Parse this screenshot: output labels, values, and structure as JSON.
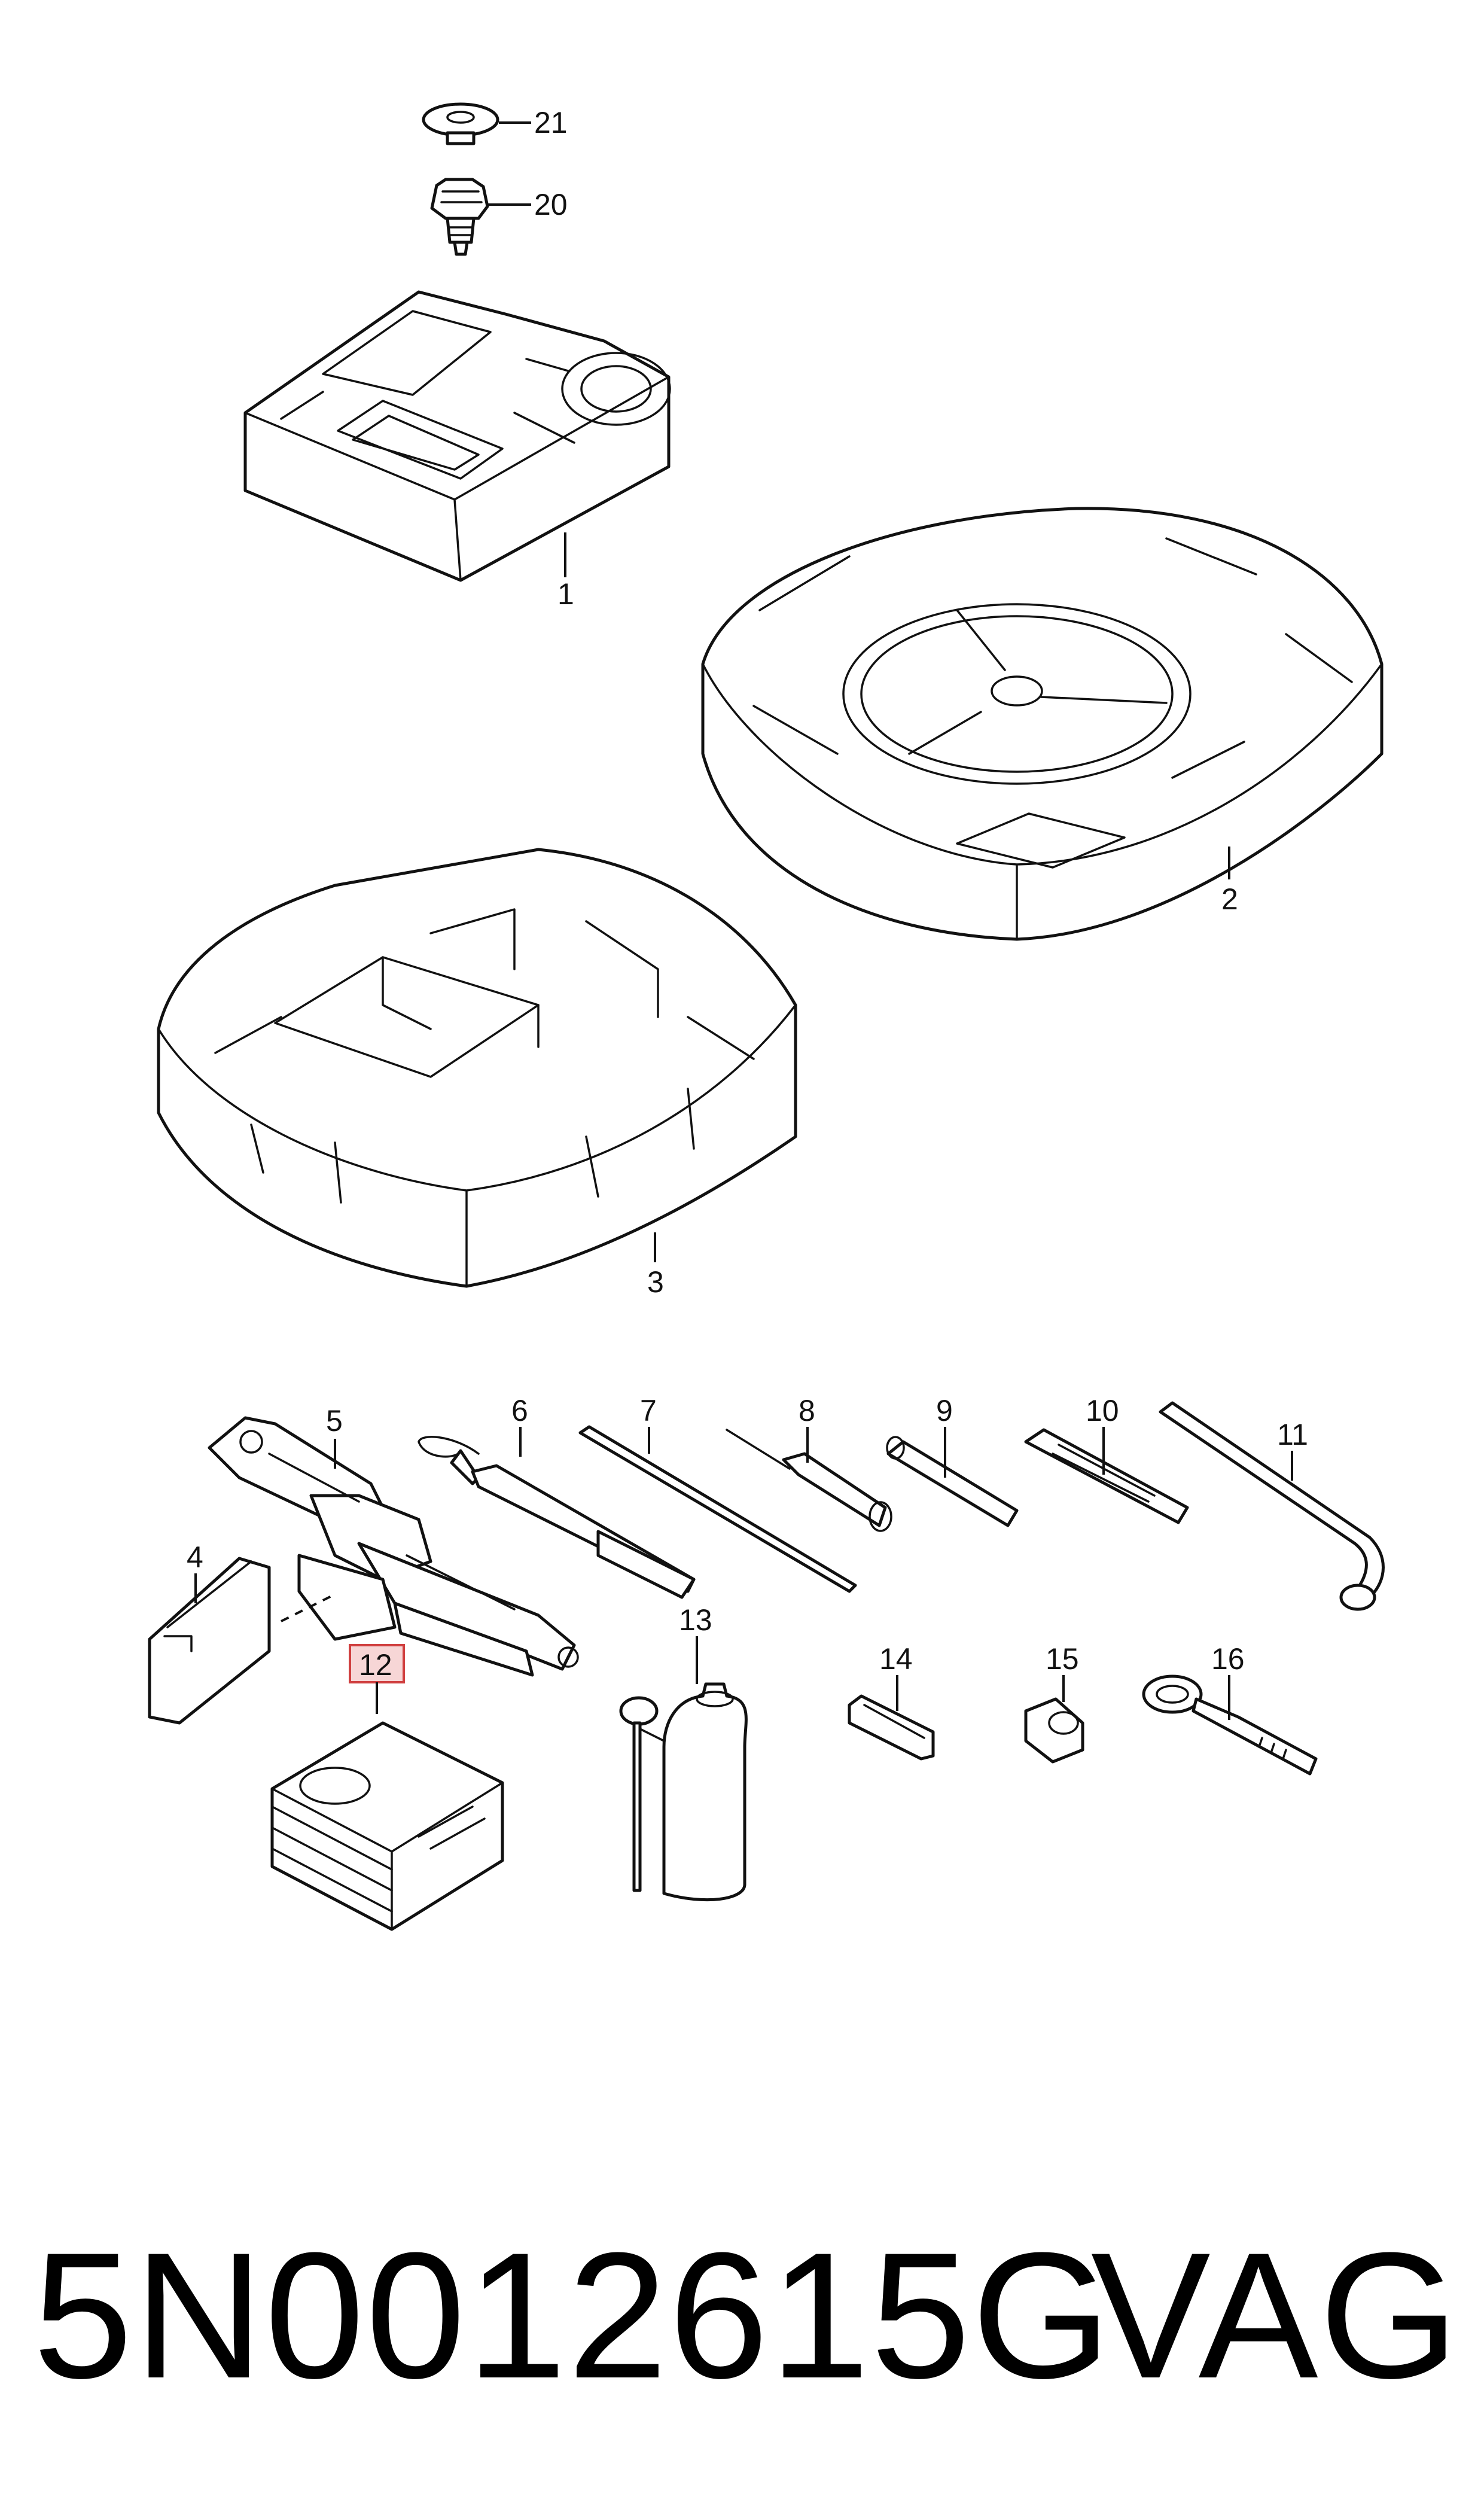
{
  "callouts": {
    "c1": "1",
    "c2": "2",
    "c3": "3",
    "c4": "4",
    "c5": "5",
    "c6": "6",
    "c7": "7",
    "c8": "8",
    "c9": "9",
    "c10": "10",
    "c11": "11",
    "c12": "12",
    "c13": "13",
    "c14": "14",
    "c15": "15",
    "c16": "16",
    "c20": "20",
    "c21": "21"
  },
  "highlight_color": "#d04040",
  "footer": {
    "part_number": "5N0012615G",
    "brand": "VAG"
  }
}
